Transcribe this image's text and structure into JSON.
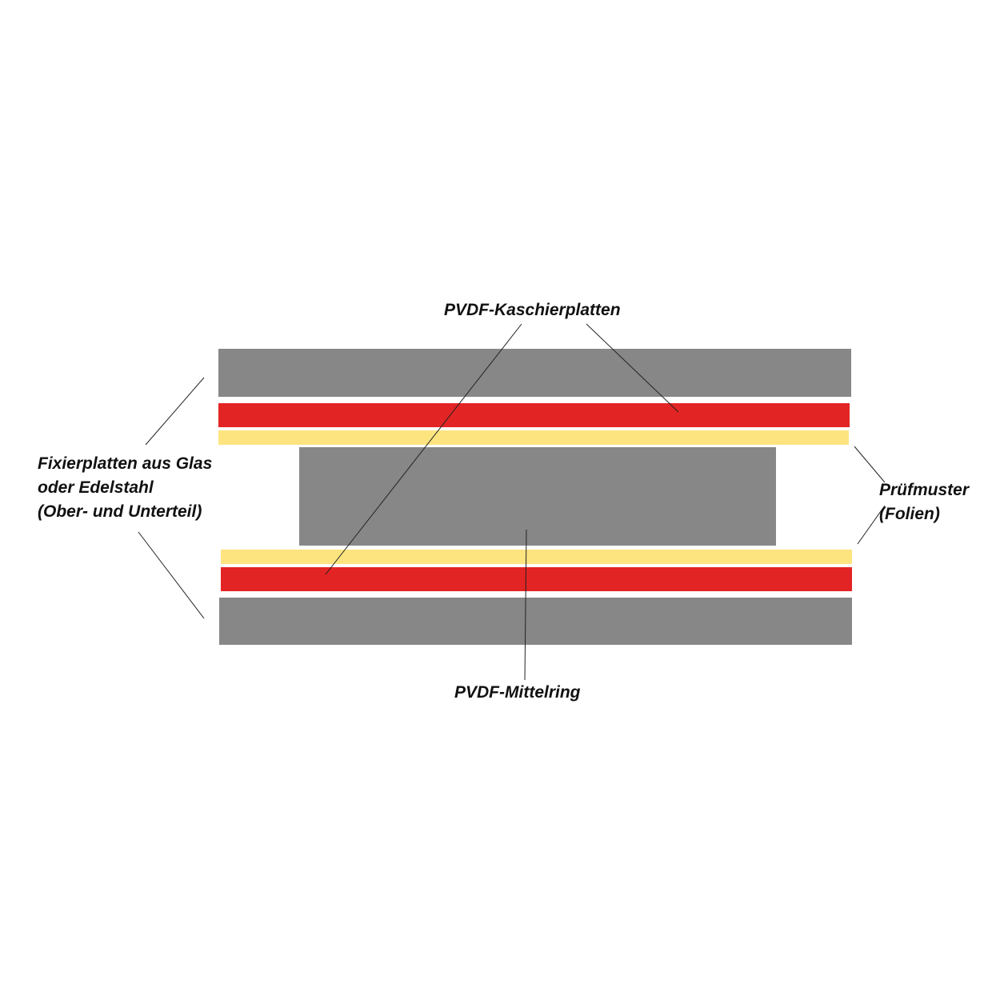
{
  "labels": {
    "kaschier": "PVDF-Kaschierplatten",
    "fixier": [
      "Fixierplatten aus Glas",
      "oder Edelstahl",
      "(Ober- und Unterteil)"
    ],
    "pruef": [
      "Prüfmuster",
      "(Folien)"
    ],
    "mittelring": "PVDF-Mittelring"
  },
  "colors": {
    "plate": "#878787",
    "kaschier": "#e32424",
    "folie": "#fde47f",
    "leader": "#222222"
  }
}
